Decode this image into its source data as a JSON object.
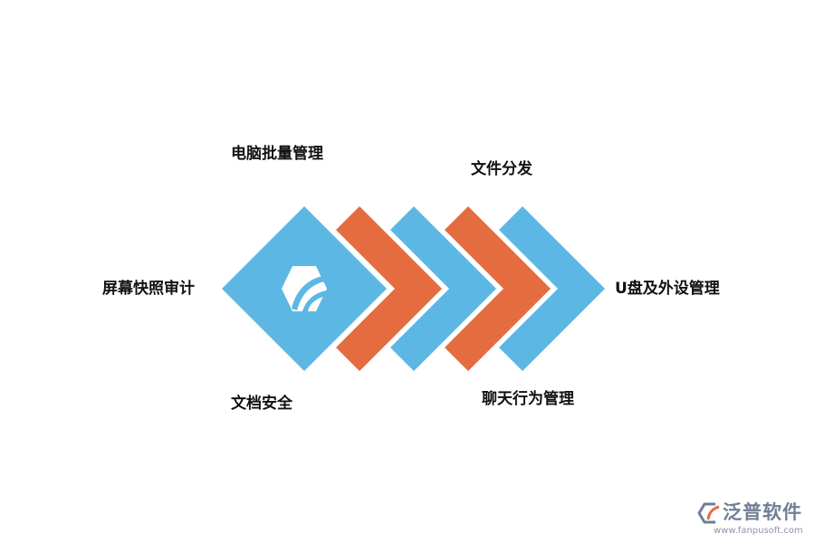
{
  "colors": {
    "blue": "#5db7e4",
    "orange": "#e46c3e"
  },
  "center_icon": "leaf-icon",
  "labels": {
    "top_left": "电脑批量管理",
    "top_right": "文件分发",
    "left": "屏幕快照审计",
    "right": "U盘及外设管理",
    "bottom_left": "文档安全",
    "bottom_right": "聊天行为管理"
  },
  "watermark": {
    "logo": "fanpu-logo-icon",
    "name": "泛普软件",
    "url": "www.fanpusoft.com"
  }
}
